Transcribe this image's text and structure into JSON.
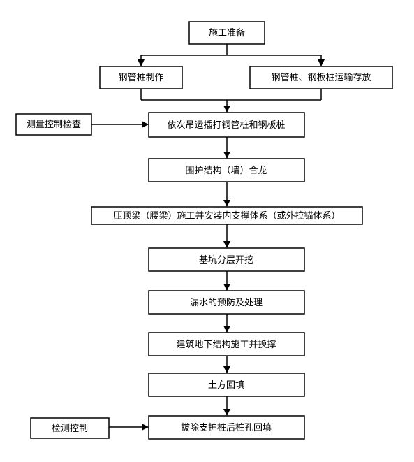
{
  "nodes": {
    "prep": "施工准备",
    "pipe_make": "钢管桩制作",
    "transport": "钢管桩、钢板桩运输存放",
    "survey": "测量控制检查",
    "hoist": "依次吊运插打钢管桩和钢板桩",
    "close": "围护结构（墙）合龙",
    "beam": "压顶梁（腰梁）施工并安装内支撑体系（或外拉锚体系）",
    "excavate": "基坑分层开挖",
    "leak": "漏水的预防及处理",
    "build": "建筑地下结构施工并换撑",
    "backfill": "土方回填",
    "inspect": "检测控制",
    "remove": "拔除支护桩后桩孔回填"
  },
  "colors": {
    "stroke": "#000000",
    "fill": "#ffffff",
    "text": "#000000"
  }
}
